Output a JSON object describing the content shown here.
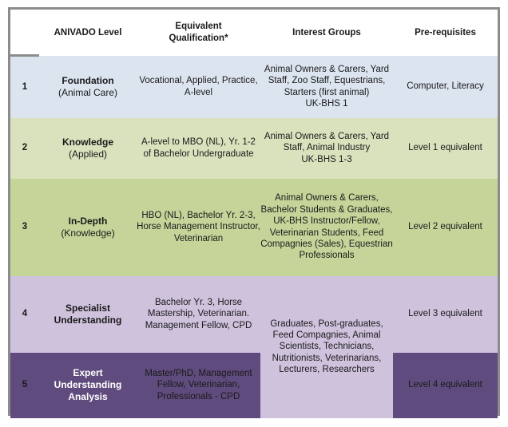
{
  "table": {
    "headers": [
      {
        "key": "number",
        "label": ""
      },
      {
        "key": "level",
        "label": "ANIVADO Level"
      },
      {
        "key": "qualification",
        "label_line1": "Equivalent",
        "label_line2": "Qualification*"
      },
      {
        "key": "interest",
        "label": "Interest Groups"
      },
      {
        "key": "prerequisites",
        "label": "Pre-requisites"
      }
    ],
    "rows": [
      {
        "number": "1",
        "level_title": "Foundation",
        "level_sub": "(Animal Care)",
        "qualification": "Vocational, Applied, Practice, A-level",
        "interest": "Animal Owners & Carers, Yard Staff, Zoo Staff, Equestrians, Starters (first animal)\nUK-BHS 1",
        "prerequisites": "Computer, Literacy",
        "color": "#dce4f0"
      },
      {
        "number": "2",
        "level_title": "Knowledge",
        "level_sub": "(Applied)",
        "qualification": "A-level to MBO (NL), Yr. 1-2 of Bachelor Undergraduate",
        "interest": "Animal Owners & Carers, Yard Staff, Animal Industry\nUK-BHS 1-3",
        "prerequisites": "Level 1 equivalent",
        "color": "#d9e2bd"
      },
      {
        "number": "3",
        "level_title": "In-Depth",
        "level_sub": "(Knowledge)",
        "qualification": "HBO (NL), Bachelor Yr. 2-3, Horse Management Instructor, Veterinarian",
        "interest": "Animal Owners & Carers, Bachelor Students & Graduates, UK-BHS Instructor/Fellow, Veterinarian Students, Feed Compagnies (Sales), Equestrian Professionals",
        "prerequisites": "Level 2 equivalent",
        "color": "#c5d59a"
      },
      {
        "number": "4",
        "level_title": "Specialist",
        "level_sub": "Understanding",
        "qualification": "Bachelor Yr. 3, Horse Mastership, Veterinarian. Management Fellow, CPD",
        "interest_merged": "Graduates, Post-graduates, Feed Compagnies, Animal Scientists, Technicians, Nutritionists, Veterinarians, Lecturers, Researchers",
        "prerequisites": "Level 3 equivalent",
        "color": "#cec2dd"
      },
      {
        "number": "5",
        "level_title_line1": "Expert",
        "level_title_line2": "Understanding",
        "level_title_line3": "Analysis",
        "qualification": "Master/PhD, Management Fellow, Veterinarian, Professionals - CPD",
        "prerequisites": "Level 4 equivalent",
        "color": "#5f4b7d"
      }
    ]
  },
  "colors": {
    "frame_border": "#8c8c8c",
    "row1": "#dce4f0",
    "row2": "#d9e2bd",
    "row3": "#c5d59a",
    "row4": "#cec2dd",
    "row5": "#5f4b7d",
    "page_background": "#ffffff",
    "text": "#1a1a1a",
    "text_inverse": "#ffffff"
  }
}
